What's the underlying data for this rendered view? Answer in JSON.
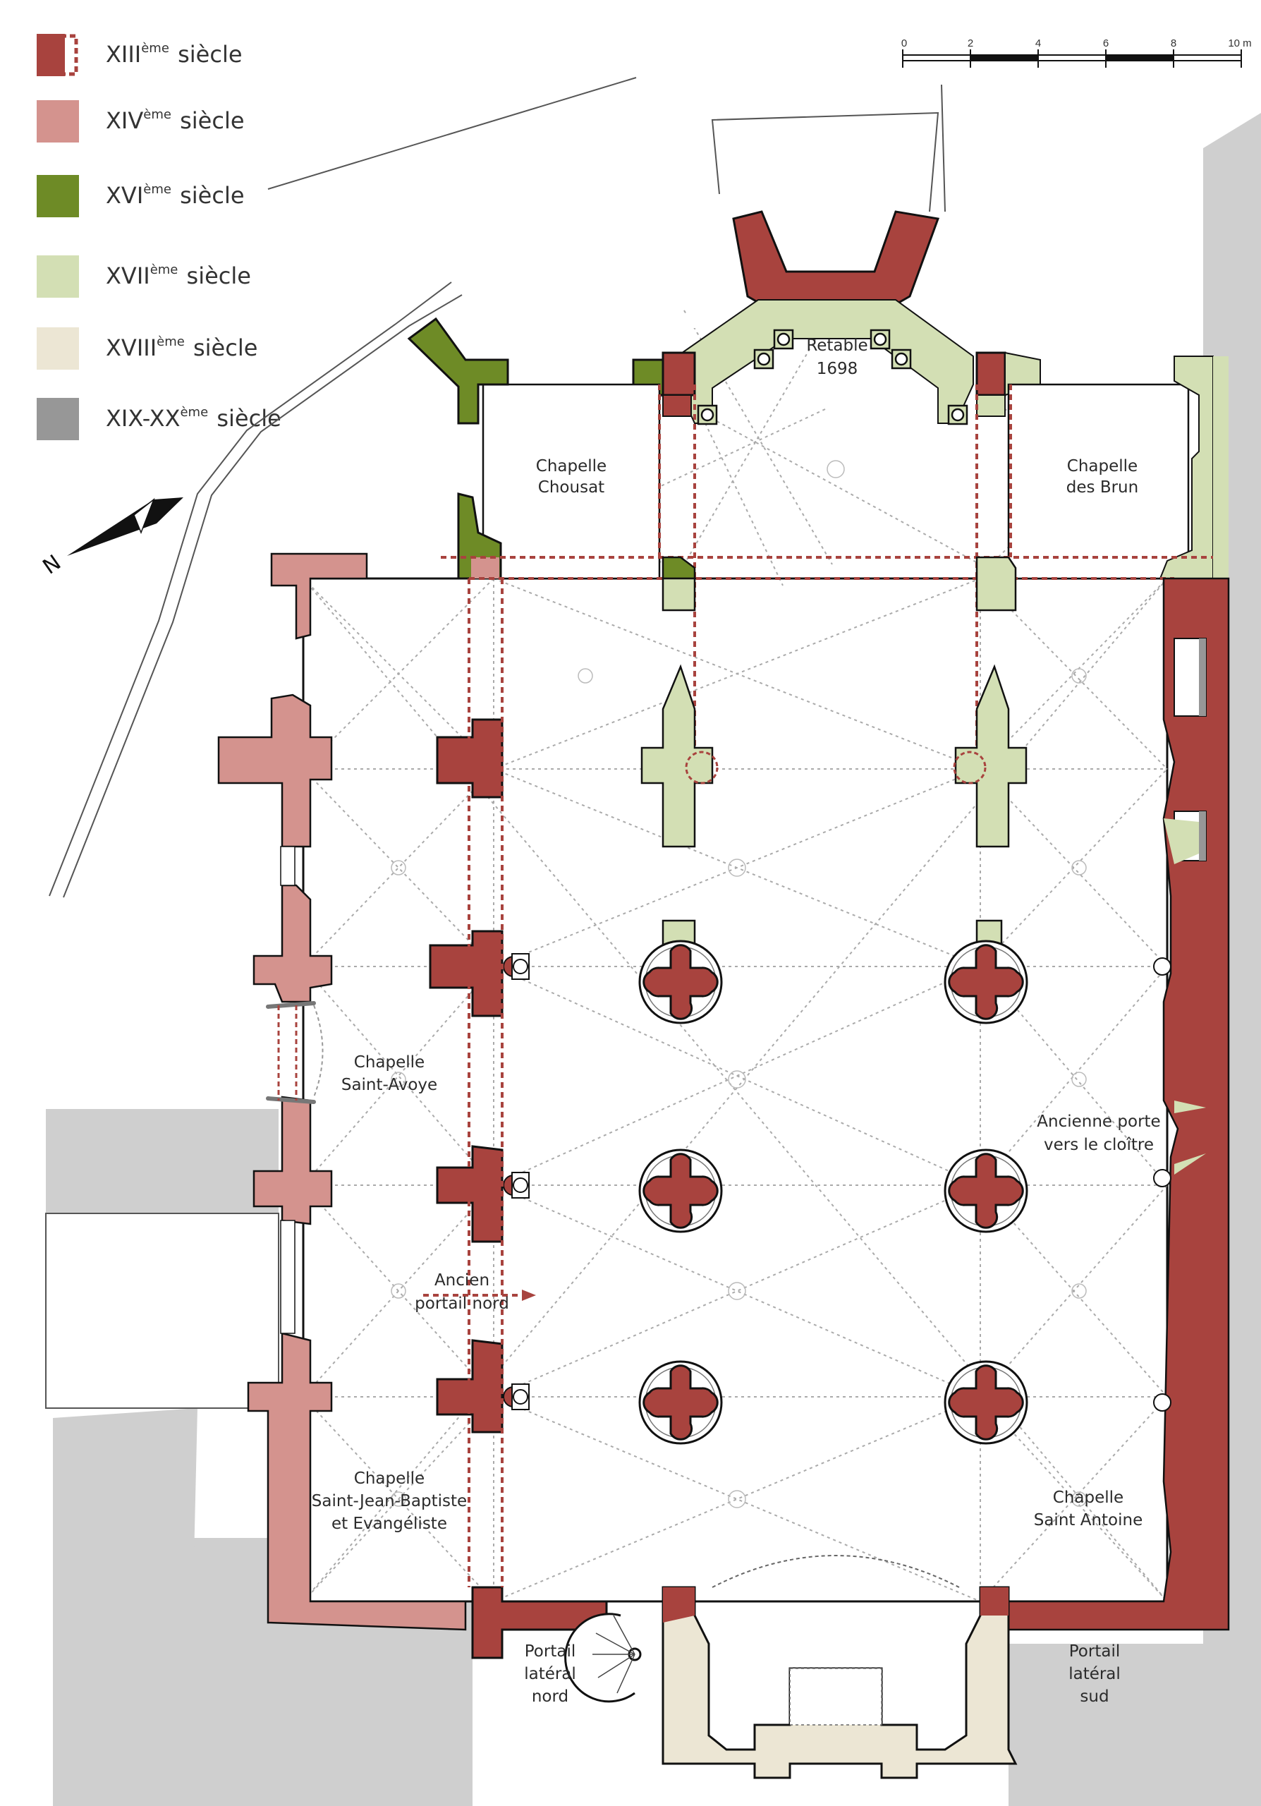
{
  "legend": {
    "items": [
      {
        "roman": "XIII",
        "sup": "ème",
        "word": "siècle",
        "color": "#a8433e",
        "dashed": true
      },
      {
        "roman": "XIV",
        "sup": "ème",
        "word": "siècle",
        "color": "#d4938e",
        "dashed": false
      },
      {
        "roman": "XVI",
        "sup": "ème",
        "word": "siècle",
        "color": "#6e8b26",
        "dashed": false
      },
      {
        "roman": "XVII",
        "sup": "ème",
        "word": "siècle",
        "color": "#d3dfb4",
        "dashed": false
      },
      {
        "roman": "XVIII",
        "sup": "ème",
        "word": "siècle",
        "color": "#ece6d4",
        "dashed": false
      },
      {
        "roman": "XIX-XX",
        "sup": "ème",
        "word": "siècle",
        "color": "#979797",
        "dashed": false
      }
    ]
  },
  "scale": {
    "ticks": [
      "0",
      "2",
      "4",
      "6",
      "8",
      "10 m"
    ]
  },
  "north": {
    "letter": "N"
  },
  "labels": {
    "chousat": [
      "Chapelle",
      "Chousat"
    ],
    "retable": [
      "Retable",
      "1698"
    ],
    "brun": [
      "Chapelle",
      "des Brun"
    ],
    "avoye": [
      "Chapelle",
      "Saint-Avoye"
    ],
    "cloitre": [
      "Ancienne porte",
      "vers le cloître"
    ],
    "portail_ancien": [
      "Ancien",
      "portail nord"
    ],
    "jean": [
      "Chapelle",
      "Saint-Jean-Baptiste",
      "et Evangéliste"
    ],
    "antoine": [
      "Chapelle",
      "Saint Antoine"
    ],
    "portail_nord": [
      "Portail",
      "latéral",
      "nord"
    ],
    "portail_sud": [
      "Portail",
      "latéral",
      "sud"
    ]
  },
  "colors": {
    "c13": "#a8433e",
    "c14": "#d4938e",
    "c16": "#6e8b26",
    "c17": "#d3dfb4",
    "c18": "#ece6d4",
    "c19": "#979797",
    "neighbour": "#cfcfcf"
  }
}
